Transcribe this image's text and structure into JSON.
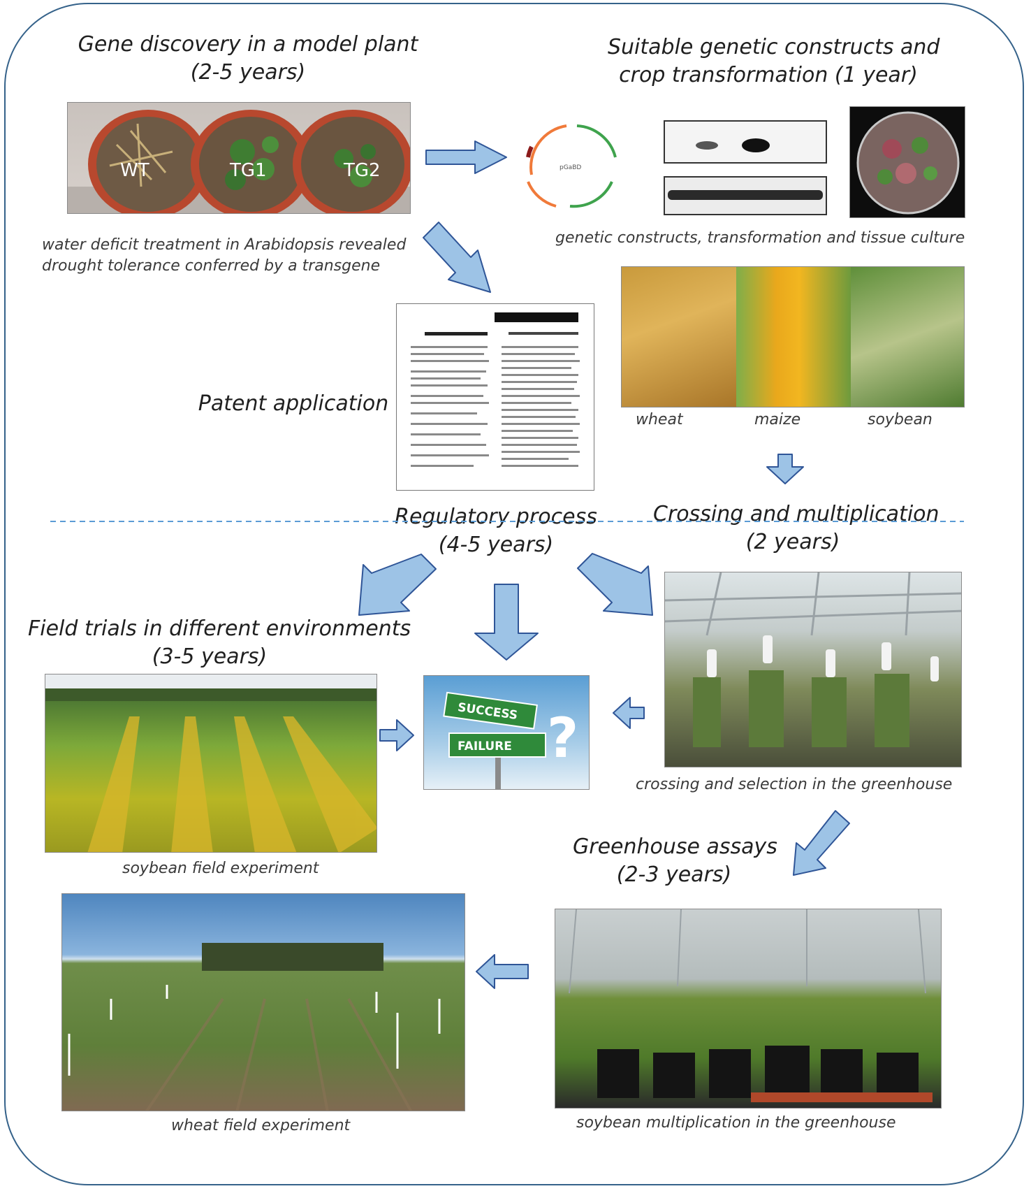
{
  "headings": {
    "gene_discovery": "Gene discovery in a model plant",
    "gene_discovery_years": "(2-5 years)",
    "constructs": "Suitable genetic constructs and",
    "constructs_line2": "crop transformation  (1 year)",
    "patent": "Patent application",
    "regulatory": "Regulatory process",
    "regulatory_years": "(4-5 years)",
    "crossing": "Crossing and multiplication",
    "crossing_years": "(2 years)",
    "field_trials": "Field trials in different environments",
    "field_trials_years": "(3-5 years)",
    "greenhouse": "Greenhouse assays",
    "greenhouse_years": "(2-3 years)"
  },
  "captions": {
    "water_deficit": "water  deficit  treatment  in Arabidopsis revealed",
    "water_deficit_line2": "drought tolerance  conferred  by a  transgene",
    "constructs": "genetic constructs,  transformation  and tissue culture",
    "wheat": "wheat",
    "maize": "maize",
    "soybean": "soybean",
    "crossing_selection": "crossing  and selection  in the greenhouse",
    "soybean_field": "soybean field experiment",
    "wheat_field": "wheat field experiment",
    "soybean_multiplication": "soybean multiplication in the greenhouse"
  },
  "pot_labels": [
    "WT",
    "TG1",
    "TG2"
  ],
  "plasmid_name": "pGaBD",
  "sign": {
    "success": "SUCCESS",
    "failure": "FAILURE",
    "question": "?"
  },
  "colors": {
    "arrow_fill": "#9dc3e6",
    "arrow_stroke": "#2f5597",
    "frame": "#35628a",
    "dash": "#5b9bd5"
  }
}
